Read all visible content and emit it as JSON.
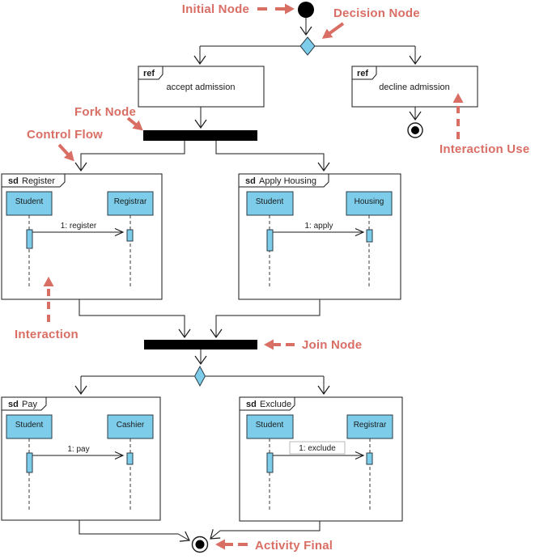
{
  "colors": {
    "annotation": "#d96e65",
    "node_fill": "#7dcdea",
    "bar": "#000000"
  },
  "annotations": {
    "initial_node": "Initial Node",
    "decision_node": "Decision Node",
    "fork_node": "Fork Node",
    "control_flow": "Control Flow",
    "interaction_use": "Interaction Use",
    "interaction": "Interaction",
    "join_node": "Join Node",
    "activity_final": "Activity Final"
  },
  "ref_nodes": [
    {
      "keyword": "ref",
      "label": "accept admission"
    },
    {
      "keyword": "ref",
      "label": "decline admission"
    }
  ],
  "fragments": [
    {
      "keyword": "sd",
      "name": "Register",
      "lifelines": [
        "Student",
        "Registrar"
      ],
      "message": "1: register"
    },
    {
      "keyword": "sd",
      "name": "Apply Housing",
      "lifelines": [
        "Student",
        "Housing"
      ],
      "message": "1: apply"
    },
    {
      "keyword": "sd",
      "name": "Pay",
      "lifelines": [
        "Student",
        "Cashier"
      ],
      "message": "1: pay"
    },
    {
      "keyword": "sd",
      "name": "Exclude",
      "lifelines": [
        "Student",
        "Registrar"
      ],
      "message": "1: exclude"
    }
  ]
}
